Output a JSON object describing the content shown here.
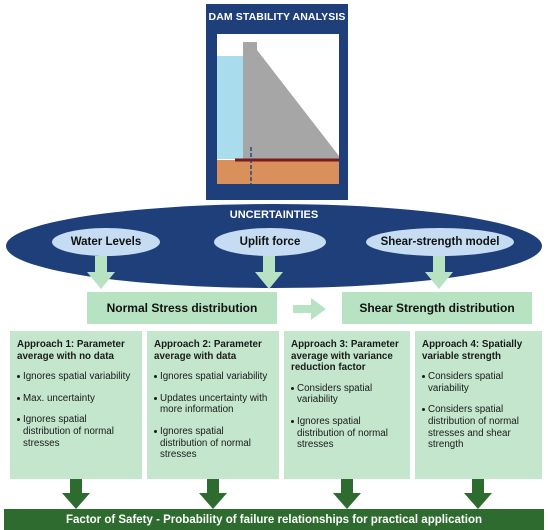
{
  "dam": {
    "title": "DAM STABILITY ANALYSIS"
  },
  "uncertainties": {
    "title": "UNCERTAINTIES",
    "items": [
      "Water Levels",
      "Uplift force",
      "Shear-strength model"
    ]
  },
  "distributions": {
    "normal_stress": "Normal Stress distribution",
    "shear_strength": "Shear Strength distribution"
  },
  "approaches": [
    {
      "title": "Approach 1: Parameter average with no data",
      "bullets": [
        "Ignores spatial variability",
        "Max. uncertainty",
        "Ignores spatial distribution of normal stresses"
      ]
    },
    {
      "title": "Approach 2: Parameter average with data",
      "bullets": [
        "Ignores spatial variability",
        "Updates uncertainty with more information",
        "Ignores spatial distribution of normal stresses"
      ]
    },
    {
      "title": "Approach 3: Parameter average with variance reduction factor",
      "bullets": [
        "Considers spatial variability",
        "Ignores spatial distribution of normal stresses"
      ]
    },
    {
      "title": "Approach 4: Spatially variable strength",
      "bullets": [
        "Considers spatial variability",
        "Considers spatial distribution of normal stresses and shear strength"
      ]
    }
  ],
  "footer": {
    "label": "Factor of Safety - Probability of failure relationships for practical application"
  },
  "colors": {
    "navy": "#1f3f7a",
    "pill": "#c5dcf3",
    "light_green": "#b8e3c2",
    "dark_green": "#2d6b2e",
    "water": "#a9dcec",
    "dam_body": "#a6a6a6",
    "foundation": "#d9905a",
    "base_line": "#7a1a1a"
  }
}
